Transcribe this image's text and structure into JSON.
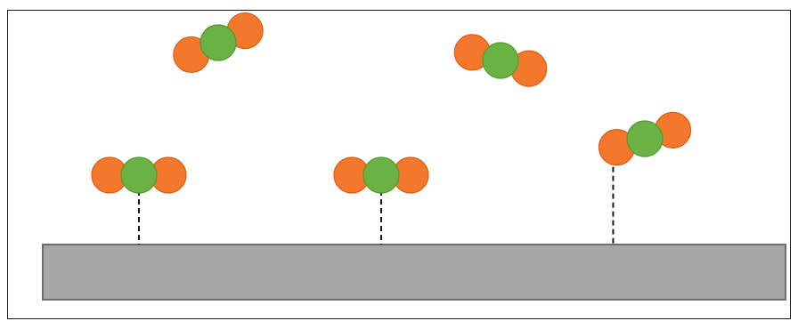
{
  "colors": {
    "frame": "#1a1a1a",
    "background": "#ffffff",
    "atom_outer_fill": "#f4782b",
    "atom_outer_stroke": "#e05a10",
    "atom_center_fill": "#6ab244",
    "atom_center_stroke": "#4f9a30",
    "surface_fill": "#a6a6a6",
    "surface_stroke": "#6e6e6e",
    "bond_line": "#1a1a1a"
  },
  "molecules": {
    "free_gas_phase": 3,
    "adsorbed_on_surface": 3,
    "atoms_per_molecule": 3
  },
  "bond_style": "dashed"
}
